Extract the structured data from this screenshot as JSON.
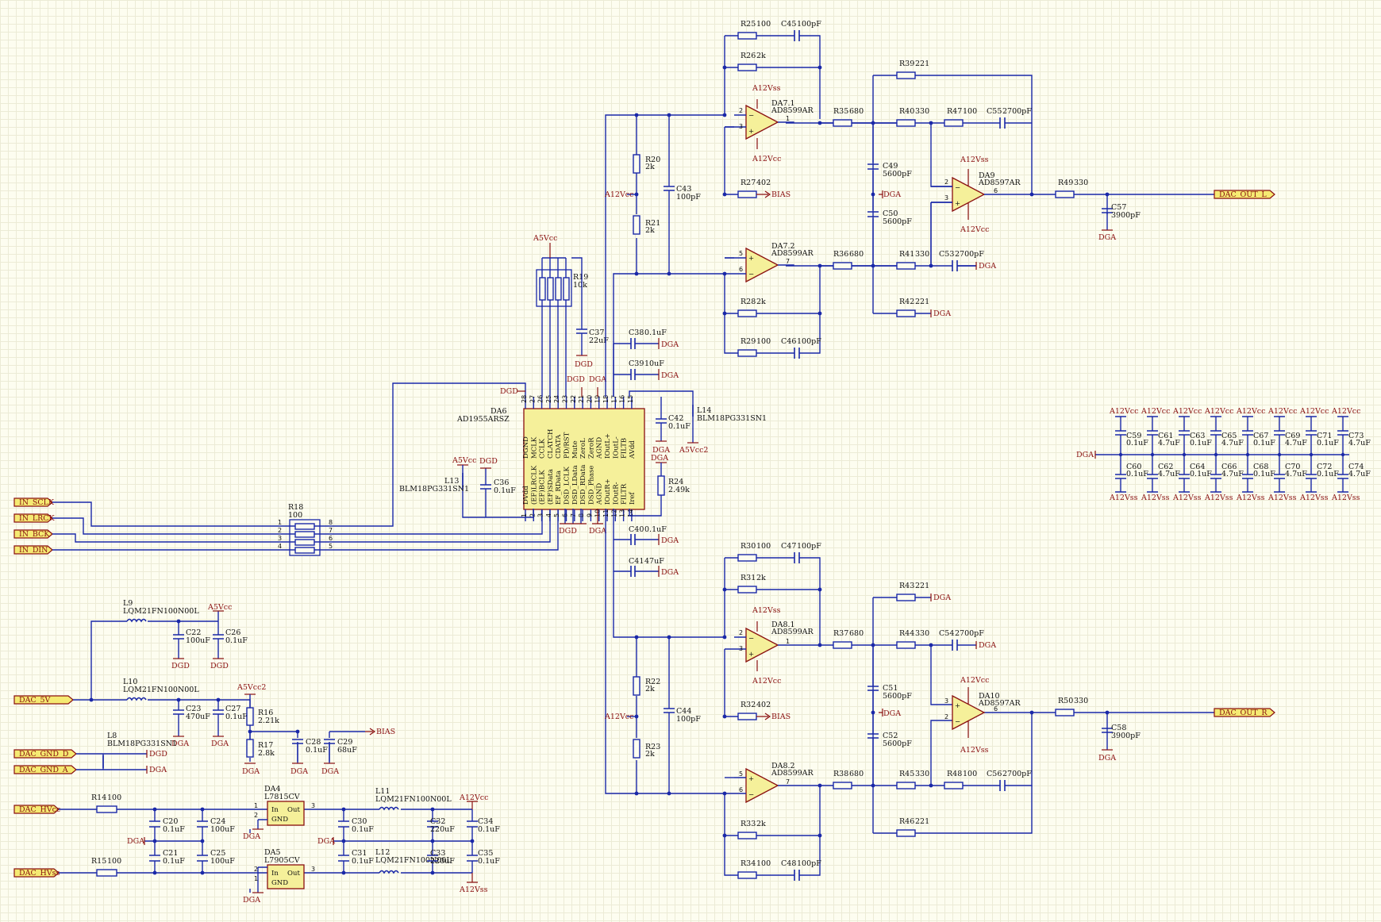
{
  "colors": {
    "wire": "#1a28a8",
    "power": "#8a1010",
    "part_fill": "#f5f09a",
    "port_fill": "#f5ea72",
    "background": "#fdfdf0"
  },
  "ports": {
    "in_sclk": "IN_SCLK",
    "in_lrck": "IN_LRCK",
    "in_bck": "IN_BCK",
    "in_din": "IN_DIN",
    "dac_5v": "DAC_5V",
    "dac_gnd_d": "DAC_GND_D",
    "dac_gnd_a": "DAC_GND_A",
    "dac_hvcc": "DAC_HVcc",
    "dac_hvss": "DAC_HVss",
    "dac_out_l": "DAC_OUT_L",
    "dac_out_r": "DAC_OUT_R"
  },
  "nets": {
    "a5vcc": "A5Vcc",
    "a5vcc2": "A5Vcc2",
    "dgd": "DGD",
    "dga": "DGA",
    "a12vcc": "A12Vcc",
    "a12vss": "A12Vss",
    "bias": "BIAS"
  },
  "dac": {
    "designator": "DA6",
    "part": "AD1955ARSZ",
    "top_pins": [
      "DGND",
      "MCLK",
      "CCLK",
      "CLATCH",
      "CDATA",
      "PD/RST",
      "Mute",
      "ZeroL",
      "ZeroR",
      "AGND",
      "IOutL+",
      "IOutL-",
      "FILTB",
      "AVdd"
    ],
    "top_nums": [
      "28",
      "27",
      "26",
      "25",
      "24",
      "23",
      "22",
      "21",
      "20",
      "19",
      "18",
      "17",
      "16",
      "15"
    ],
    "bottom_pins": [
      "DVdd",
      "(EF)LRCLK",
      "(EF)BCLK",
      "(EF)SData",
      "EF_RData",
      "DSD_LCLK",
      "DSD_LData",
      "DSD_RData",
      "DSD_Phase",
      "AGND",
      "IOutR+",
      "IOutR-",
      "FILTR",
      "Iref"
    ],
    "bottom_nums": [
      "1",
      "2",
      "3",
      "4",
      "5",
      "6",
      "7",
      "8",
      "9",
      "10",
      "11",
      "12",
      "13",
      "14"
    ]
  },
  "opamps": {
    "da71": {
      "des": "DA7.1",
      "part": "AD8599AR"
    },
    "da72": {
      "des": "DA7.2",
      "part": "AD8599AR"
    },
    "da81": {
      "des": "DA8.1",
      "part": "AD8599AR"
    },
    "da82": {
      "des": "DA8.2",
      "part": "AD8599AR"
    },
    "da9": {
      "des": "DA9",
      "part": "AD8597AR"
    },
    "da10": {
      "des": "DA10",
      "part": "AD8597AR"
    }
  },
  "regulators": {
    "da4": {
      "des": "DA4",
      "part": "L7815CV"
    },
    "da5": {
      "des": "DA5",
      "part": "L7905CV"
    },
    "pin_in": "In",
    "pin_out": "Out",
    "pin_gnd": "GND"
  },
  "resistors": {
    "r18": {
      "des": "R18",
      "val": "100"
    },
    "r19": {
      "des": "R19",
      "val": "10k"
    },
    "r20": {
      "des": "R20",
      "val": "2k"
    },
    "r21": {
      "des": "R21",
      "val": "2k"
    },
    "r22": {
      "des": "R22",
      "val": "2k"
    },
    "r23": {
      "des": "R23",
      "val": "2k"
    },
    "r24": {
      "des": "R24",
      "val": "2.49k"
    },
    "r25": {
      "des": "R25",
      "val": "100"
    },
    "r26": {
      "des": "R26",
      "val": "2k"
    },
    "r27": {
      "des": "R27",
      "val": "402"
    },
    "r28": {
      "des": "R28",
      "val": "2k"
    },
    "r29": {
      "des": "R29",
      "val": "100"
    },
    "r30": {
      "des": "R30",
      "val": "100"
    },
    "r31": {
      "des": "R31",
      "val": "2k"
    },
    "r32": {
      "des": "R32",
      "val": "402"
    },
    "r33": {
      "des": "R33",
      "val": "2k"
    },
    "r34": {
      "des": "R34",
      "val": "100"
    },
    "r35": {
      "des": "R35",
      "val": "680"
    },
    "r36": {
      "des": "R36",
      "val": "680"
    },
    "r37": {
      "des": "R37",
      "val": "680"
    },
    "r38": {
      "des": "R38",
      "val": "680"
    },
    "r39": {
      "des": "R39",
      "val": "221"
    },
    "r40": {
      "des": "R40",
      "val": "330"
    },
    "r41": {
      "des": "R41",
      "val": "330"
    },
    "r42": {
      "des": "R42",
      "val": "221"
    },
    "r43": {
      "des": "R43",
      "val": "221"
    },
    "r44": {
      "des": "R44",
      "val": "330"
    },
    "r45": {
      "des": "R45",
      "val": "330"
    },
    "r46": {
      "des": "R46",
      "val": "221"
    },
    "r47": {
      "des": "R47",
      "val": "100"
    },
    "r48": {
      "des": "R48",
      "val": "100"
    },
    "r49": {
      "des": "R49",
      "val": "330"
    },
    "r50": {
      "des": "R50",
      "val": "330"
    },
    "r14": {
      "des": "R14",
      "val": "100"
    },
    "r15": {
      "des": "R15",
      "val": "100"
    },
    "r16": {
      "des": "R16",
      "val": "2.21k"
    },
    "r17": {
      "des": "R17",
      "val": "2.8k"
    }
  },
  "capacitors": {
    "c20": {
      "des": "C20",
      "val": "0.1uF"
    },
    "c21": {
      "des": "C21",
      "val": "0.1uF"
    },
    "c22": {
      "des": "C22",
      "val": "100uF"
    },
    "c23": {
      "des": "C23",
      "val": "470uF"
    },
    "c24": {
      "des": "C24",
      "val": "100uF"
    },
    "c25": {
      "des": "C25",
      "val": "100uF"
    },
    "c26": {
      "des": "C26",
      "val": "0.1uF"
    },
    "c27": {
      "des": "C27",
      "val": "0.1uF"
    },
    "c28": {
      "des": "C28",
      "val": "0.1uF"
    },
    "c29": {
      "des": "C29",
      "val": "68uF"
    },
    "c30": {
      "des": "C30",
      "val": "0.1uF"
    },
    "c31": {
      "des": "C31",
      "val": "0.1uF"
    },
    "c32": {
      "des": "C32",
      "val": "220uF"
    },
    "c33": {
      "des": "C33",
      "val": "220uF"
    },
    "c34": {
      "des": "C34",
      "val": "0.1uF"
    },
    "c35": {
      "des": "C35",
      "val": "0.1uF"
    },
    "c36": {
      "des": "C36",
      "val": "0.1uF"
    },
    "c37": {
      "des": "C37",
      "val": "22uF"
    },
    "c38": {
      "des": "C38",
      "val": "0.1uF"
    },
    "c39": {
      "des": "C39",
      "val": "10uF"
    },
    "c40": {
      "des": "C40",
      "val": "0.1uF"
    },
    "c41": {
      "des": "C41",
      "val": "47uF"
    },
    "c42": {
      "des": "C42",
      "val": "0.1uF"
    },
    "c43": {
      "des": "C43",
      "val": "100pF"
    },
    "c44": {
      "des": "C44",
      "val": "100pF"
    },
    "c45": {
      "des": "C45",
      "val": "100pF"
    },
    "c46": {
      "des": "C46",
      "val": "100pF"
    },
    "c47": {
      "des": "C47",
      "val": "100pF"
    },
    "c48": {
      "des": "C48",
      "val": "100pF"
    },
    "c49": {
      "des": "C49",
      "val": "5600pF"
    },
    "c50": {
      "des": "C50",
      "val": "5600pF"
    },
    "c51": {
      "des": "C51",
      "val": "5600pF"
    },
    "c52": {
      "des": "C52",
      "val": "5600pF"
    },
    "c53": {
      "des": "C53",
      "val": "2700pF"
    },
    "c54": {
      "des": "C54",
      "val": "2700pF"
    },
    "c55": {
      "des": "C55",
      "val": "2700pF"
    },
    "c56": {
      "des": "C56",
      "val": "2700pF"
    },
    "c57": {
      "des": "C57",
      "val": "3900pF"
    },
    "c58": {
      "des": "C58",
      "val": "3900pF"
    }
  },
  "inductors": {
    "l8": {
      "des": "L8",
      "val": "BLM18PG331SN1"
    },
    "l9": {
      "des": "L9",
      "val": "LQM21FN100N00L"
    },
    "l10": {
      "des": "L10",
      "val": "LQM21FN100N00L"
    },
    "l11": {
      "des": "L11",
      "val": "LQM21FN100N00L"
    },
    "l12": {
      "des": "L12",
      "val": "LQM21FN100N00L"
    },
    "l13": {
      "des": "L13",
      "val": "BLM18PG331SN1"
    },
    "l14": {
      "des": "L14",
      "val": "BLM18PG331SN1"
    }
  },
  "decoupling": [
    {
      "top": {
        "des": "C59",
        "val": "0.1uF"
      },
      "bot": {
        "des": "C60",
        "val": "0.1uF"
      }
    },
    {
      "top": {
        "des": "C61",
        "val": "4.7uF"
      },
      "bot": {
        "des": "C62",
        "val": "4.7uF"
      }
    },
    {
      "top": {
        "des": "C63",
        "val": "0.1uF"
      },
      "bot": {
        "des": "C64",
        "val": "0.1uF"
      }
    },
    {
      "top": {
        "des": "C65",
        "val": "4.7uF"
      },
      "bot": {
        "des": "C66",
        "val": "4.7uF"
      }
    },
    {
      "top": {
        "des": "C67",
        "val": "0.1uF"
      },
      "bot": {
        "des": "C68",
        "val": "0.1uF"
      }
    },
    {
      "top": {
        "des": "C69",
        "val": "4.7uF"
      },
      "bot": {
        "des": "C70",
        "val": "4.7uF"
      }
    },
    {
      "top": {
        "des": "C71",
        "val": "0.1uF"
      },
      "bot": {
        "des": "C72",
        "val": "0.1uF"
      }
    },
    {
      "top": {
        "des": "C73",
        "val": "4.7uF"
      },
      "bot": {
        "des": "C74",
        "val": "4.7uF"
      }
    }
  ]
}
